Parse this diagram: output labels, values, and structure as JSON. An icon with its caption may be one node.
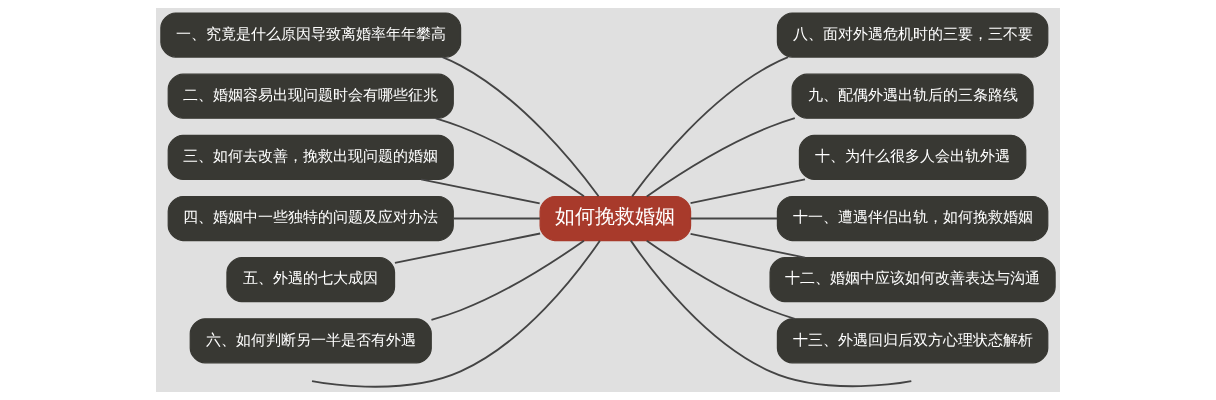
{
  "diagram": {
    "nodes": [
      {
        "text": [
          "如何挽救婚姻"
        ]
      },
      {
        "text": [
          "一、究竟是什么原因导致离婚率年年攀高"
        ]
      },
      {
        "text": [
          "二、婚姻容易出现问题时会有哪些征兆"
        ]
      },
      {
        "text": [
          "三、如何去改善，挽救出现问题的婚姻"
        ]
      },
      {
        "text": [
          "四、婚姻中一些独特的问题及应对办法"
        ]
      },
      {
        "text": [
          "五、外遇的七大成因"
        ]
      },
      {
        "text": [
          "六、如何判断另一半是否有外遇"
        ]
      },
      {
        "text": [
          "八、面对外遇危机时的三要，三不要"
        ]
      },
      {
        "text": [
          "九、配偶外遇出轨后的三条路线"
        ]
      },
      {
        "text": [
          "十、为什么很多人会出轨外遇"
        ]
      },
      {
        "text": [
          "十一、遭遇伴侣出轨，如何挽救婚姻"
        ]
      },
      {
        "text": [
          "十二、婚姻中应该如何改善表达与沟通"
        ]
      },
      {
        "text": [
          "十三、外遇回归后双方心理状态解析"
        ]
      }
    ],
    "edges": [
      {
        "from": 0,
        "to": 1,
        "arrow": "none"
      },
      {
        "from": 0,
        "to": 2,
        "arrow": "none"
      },
      {
        "from": 0,
        "to": 3,
        "arrow": "none"
      },
      {
        "from": 0,
        "to": 4,
        "arrow": "none"
      },
      {
        "from": 0,
        "to": 5,
        "arrow": "none"
      },
      {
        "from": 0,
        "to": 6,
        "arrow": "none"
      },
      {
        "from": 0,
        "to": null,
        "arrow": "none"
      },
      {
        "from": 0,
        "to": 7,
        "arrow": "none"
      },
      {
        "from": 0,
        "to": 8,
        "arrow": "none"
      },
      {
        "from": 0,
        "to": 9,
        "arrow": "none"
      },
      {
        "from": 0,
        "to": 10,
        "arrow": "none"
      },
      {
        "from": 0,
        "to": 11,
        "arrow": "none"
      },
      {
        "from": 0,
        "to": 12,
        "arrow": "none"
      },
      {
        "from": 0,
        "to": null,
        "arrow": "none"
      }
    ]
  }
}
